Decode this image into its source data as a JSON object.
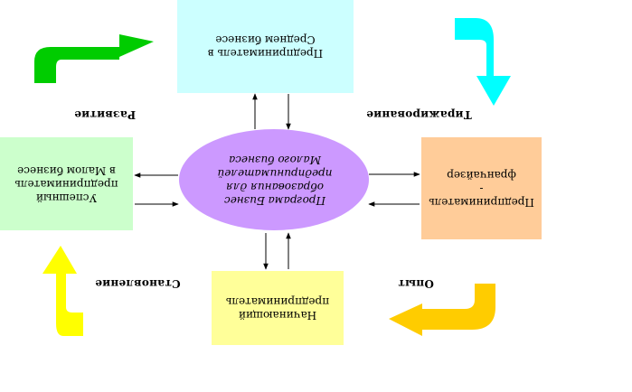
{
  "center": {
    "line1": "Програма Бизнес",
    "line2": "образования для",
    "line3": "предпринимателей",
    "line4": "Малого бизнеса"
  },
  "boxes": {
    "top": {
      "line1": "Предприниматель в",
      "line2": "Среднем бизнесе"
    },
    "left": {
      "line1": "Успешный",
      "line2": "предприниматель",
      "line3": "в Малом бизнесе"
    },
    "right": {
      "line1": "Предприниматель -",
      "line2": "франчайзер"
    },
    "bottom": {
      "line1": "Начинающий",
      "line2": "предприниматель"
    }
  },
  "labels": {
    "top_left": "Развитие",
    "top_right": "Тиражирование",
    "bottom_left": "Становление",
    "bottom_right": "Опыт"
  },
  "colors": {
    "top_box": "#ccffff",
    "left_box": "#ccffcc",
    "right_box": "#ffcc99",
    "bottom_box": "#ffff99",
    "ellipse": "#cc99ff",
    "arrow_green": "#00cc00",
    "arrow_cyan": "#00ffff",
    "arrow_yellow": "#ffff00",
    "arrow_orange": "#ffcc00"
  }
}
